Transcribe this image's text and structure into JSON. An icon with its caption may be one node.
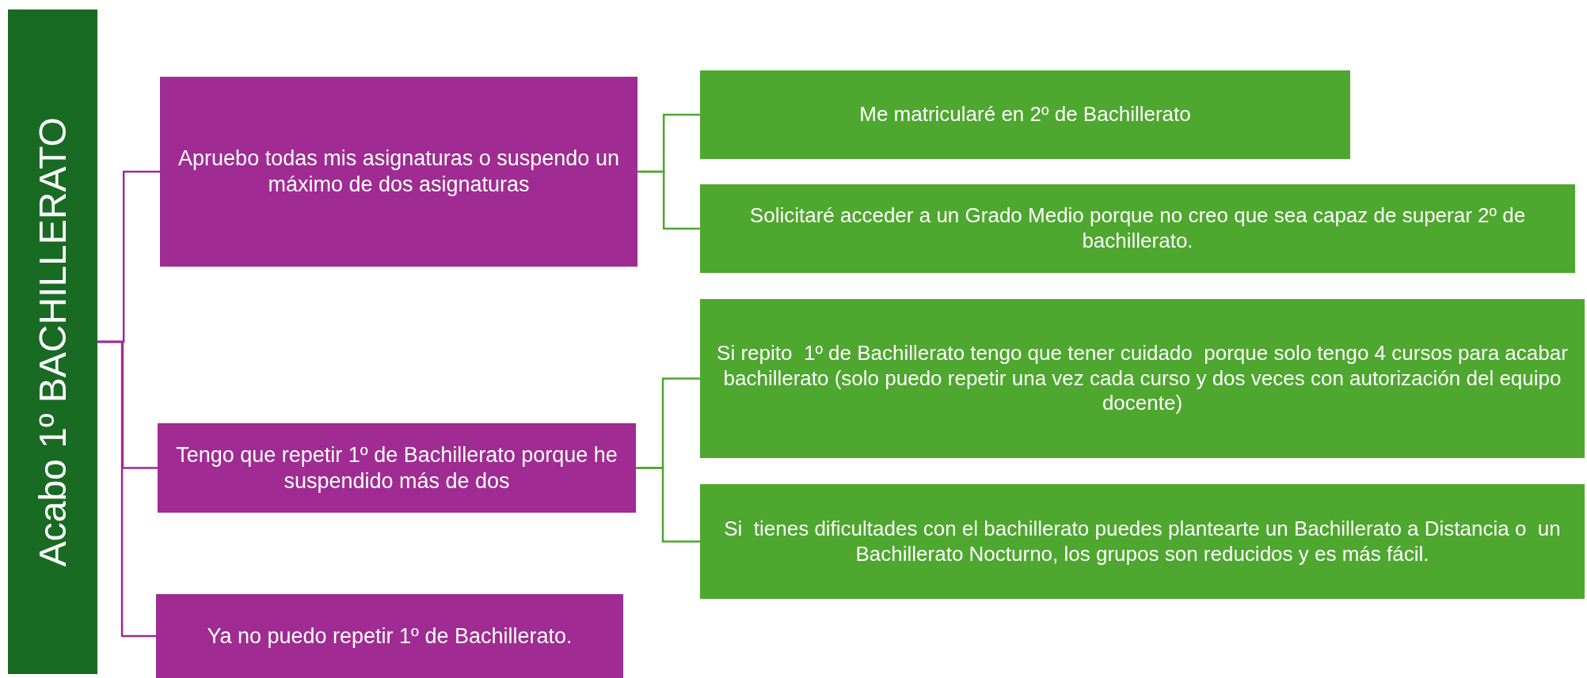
{
  "diagram": {
    "nodes": [
      {
        "text": [
          "Acabo 1º BACHILLERATO"
        ]
      },
      {
        "text": [
          "Apruebo todas mis asignaturas o suspendo un máximo de dos asignaturas"
        ]
      },
      {
        "text": [
          "Tengo que repetir 1º de Bachillerato porque he suspendido más de dos"
        ]
      },
      {
        "text": [
          "Ya no puedo repetir 1º de Bachillerato."
        ]
      },
      {
        "text": [
          "Me matricularé en 2º de Bachillerato"
        ]
      },
      {
        "text": [
          "Solicitaré acceder a un Grado Medio porque no creo que sea capaz de superar 2º de bachillerato."
        ]
      },
      {
        "text": [
          "Si repito  1º de Bachillerato tengo que tener cuidado  porque solo tengo 4 cursos para acabar bachillerato (solo puedo repetir una vez cada curso y dos veces con autorización del equipo docente)"
        ]
      },
      {
        "text": [
          "Si  tienes dificultades con el bachillerato puedes plantearte un Bachillerato a Distancia o  un Bachillerato Nocturno, los grupos son reducidos y es más fácil."
        ]
      }
    ],
    "edges": [
      {
        "from": 0,
        "to": 1,
        "arrow": "none",
        "color": "#a02b93"
      },
      {
        "from": 0,
        "to": 2,
        "arrow": "none",
        "color": "#a02b93"
      },
      {
        "from": 0,
        "to": 3,
        "arrow": "none",
        "color": "#a02b93"
      },
      {
        "from": 1,
        "to": 4,
        "arrow": "none"
      },
      {
        "from": 1,
        "to": 5,
        "arrow": "none"
      },
      {
        "from": 2,
        "to": 6,
        "arrow": "none"
      },
      {
        "from": 2,
        "to": 7,
        "arrow": "none"
      }
    ]
  }
}
